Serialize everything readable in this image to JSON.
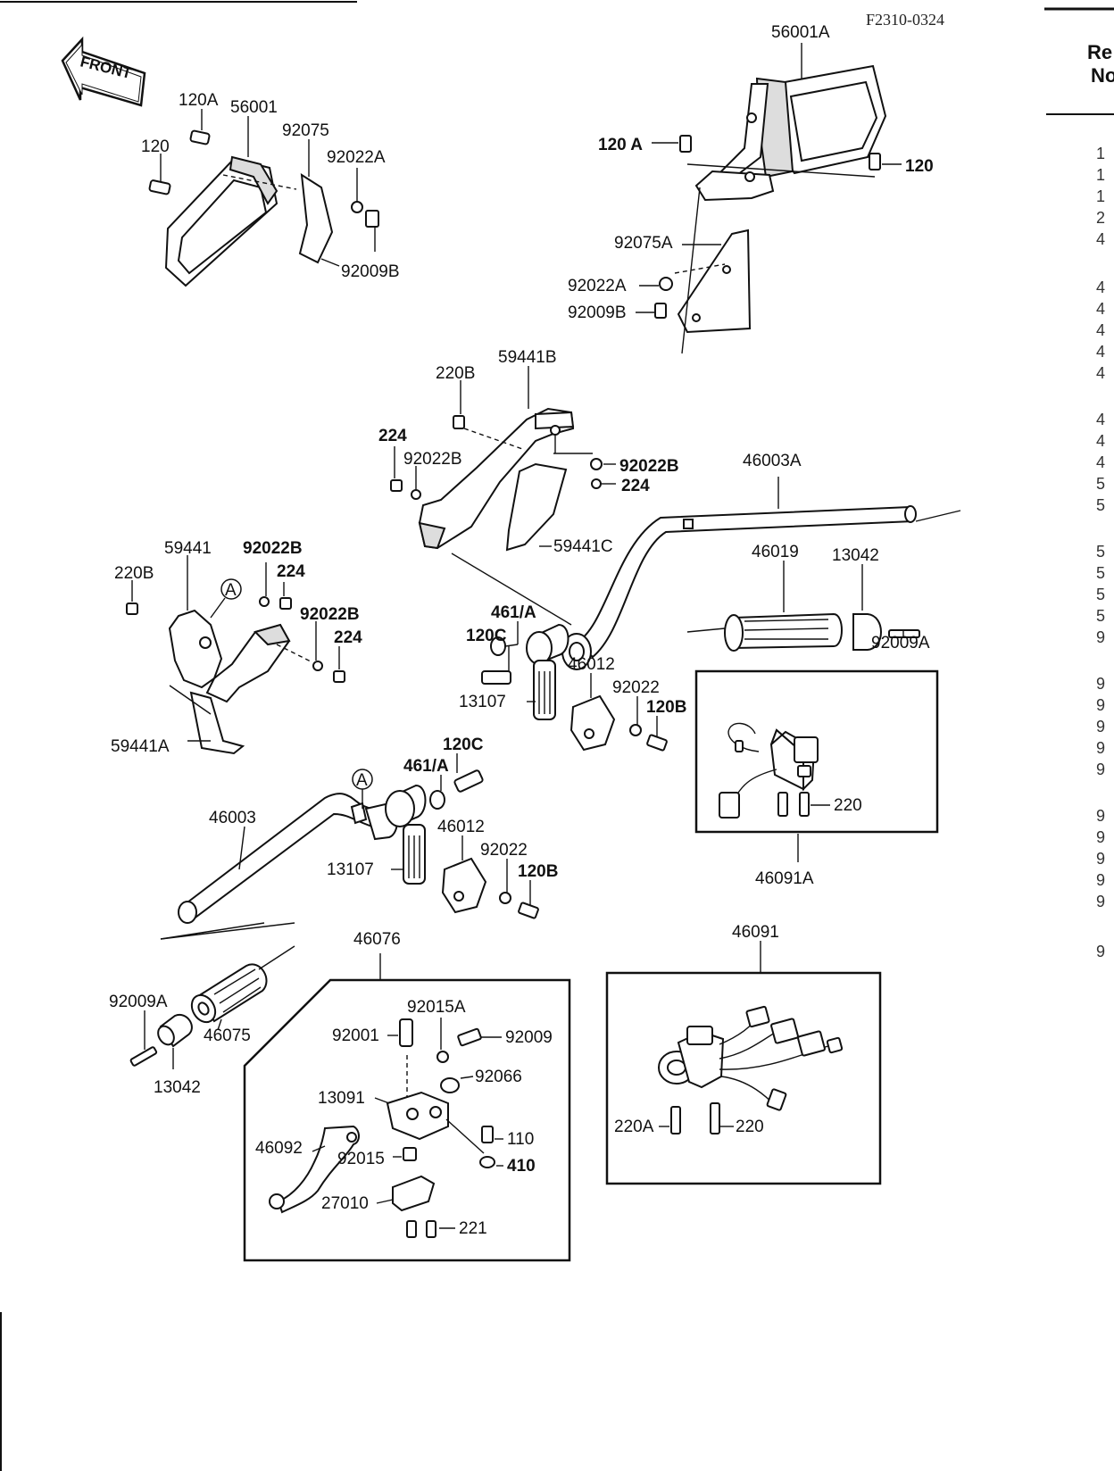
{
  "document": {
    "ref_code": "F2310-0324",
    "front_marker": "FRONT",
    "side_column_header": [
      "Re",
      "No"
    ],
    "side_column_values": [
      "1",
      "1",
      "1",
      "2",
      "4",
      "4",
      "4",
      "4",
      "4",
      "4",
      "4",
      "4",
      "4",
      "5",
      "5",
      "5",
      "5",
      "5",
      "5",
      "9",
      "9",
      "9",
      "9",
      "9",
      "9",
      "9",
      "9",
      "9",
      "9",
      "9",
      "9"
    ]
  },
  "callouts": {
    "circle_a": "A"
  },
  "parts": {
    "p56001A": "56001A",
    "p120A_r": "120 A",
    "p120_r": "120",
    "p92075A": "92075A",
    "p92022A_r": "92022A",
    "p92009B_r": "92009B",
    "p120A_l": "120A",
    "p56001": "56001",
    "p92075": "92075",
    "p120_l": "120",
    "p92022A_l": "92022A",
    "p92009B_l": "92009B",
    "p59441B": "59441B",
    "p220B_t": "220B",
    "p224_t": "224",
    "p92022B_t": "92022B",
    "p92022B_tr": "92022B",
    "p224_tr": "224",
    "p59441C": "59441C",
    "p46003A": "46003A",
    "p59441": "59441",
    "p92022B_m": "92022B",
    "p224_m": "224",
    "p220B_m": "220B",
    "p92022B_m2": "92022B",
    "p224_m2": "224",
    "p59441A": "59441A",
    "p461A_t": "461/A",
    "p120C_t": "120C",
    "p46012_t": "46012",
    "p13107_t": "13107",
    "p92022_t": "92022",
    "p120B_t": "120B",
    "p46019": "46019",
    "p13042_r": "13042",
    "p92009A_r": "92009A",
    "p220_box": "220",
    "p46091A": "46091A",
    "p120C_b": "120C",
    "p461A_b": "461/A",
    "p46003": "46003",
    "p13107_b": "13107",
    "p46012_b": "46012",
    "p92022_b": "92022",
    "p120B_b": "120B",
    "p46076": "46076",
    "p92009A_l": "92009A",
    "p46075": "46075",
    "p13042_l": "13042",
    "p92015A": "92015A",
    "p92001": "92001",
    "p92009": "92009",
    "p92066": "92066",
    "p13091": "13091",
    "p110": "110",
    "p46092": "46092",
    "p92015": "92015",
    "p410": "410",
    "p27010": "27010",
    "p221": "221",
    "p46091": "46091",
    "p220A": "220A",
    "p220_sw": "220"
  }
}
